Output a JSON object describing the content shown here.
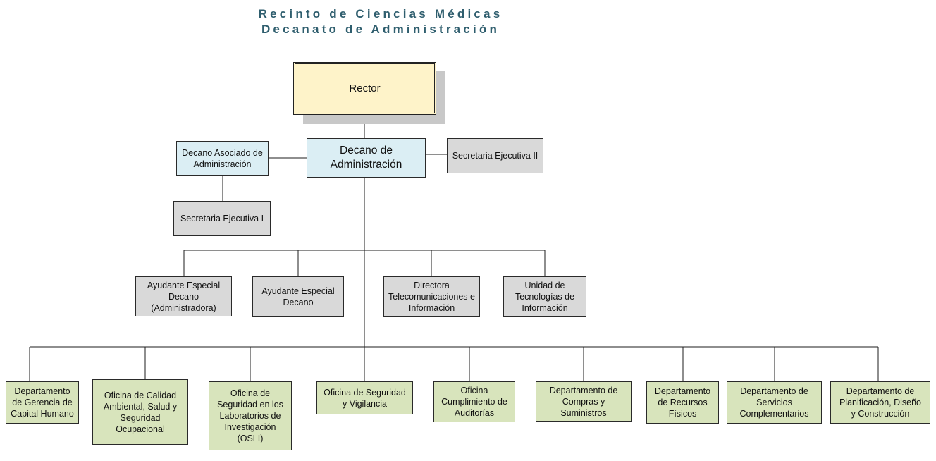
{
  "title_line1": "Recinto de Ciencias Médicas",
  "title_line2": "Decanato de Administración",
  "nodes": {
    "rector": "Rector",
    "decano_admin": "Decano de\nAdministración",
    "decano_asociado": "Decano Asociado de\nAdministración",
    "secretaria_ii": "Secretaria Ejecutiva II",
    "secretaria_i": "Secretaria Ejecutiva I",
    "ayudante_administradora": "Ayudante Especial\nDecano\n(Administradora)",
    "ayudante_decano": "Ayudante Especial\nDecano",
    "directora_telecom": "Directora\nTelecomunicaciones e\nInformación",
    "unidad_tecnologias": "Unidad de\nTecnologías de\nInformación",
    "depto_capital_humano": "Departamento\nde Gerencia de\nCapital Humano",
    "oficina_calidad": "Oficina de Calidad\nAmbiental, Salud y\nSeguridad\nOcupacional",
    "oficina_osli": "Oficina de\nSeguridad en los\nLaboratorios de\nInvestigación\n(OSLI)",
    "oficina_vigilancia": "Oficina de Seguridad\ny Vigilancia",
    "oficina_auditorias": "Oficina\nCumplimiento de\nAuditorías",
    "depto_compras": "Departamento de\nCompras y\nSuministros",
    "depto_recursos": "Departamento\nde Recursos\nFísicos",
    "depto_servicios": "Departamento de\nServicios\nComplementarios",
    "depto_planificacion": "Departamento de\nPlanificación, Diseño\ny Construcción"
  },
  "colors": {
    "title": "#2f5e6e",
    "rector_fill": "#fef3c9",
    "blue_fill": "#dbeef4",
    "gray_fill": "#d9d9d9",
    "green_fill": "#d8e4bc"
  }
}
